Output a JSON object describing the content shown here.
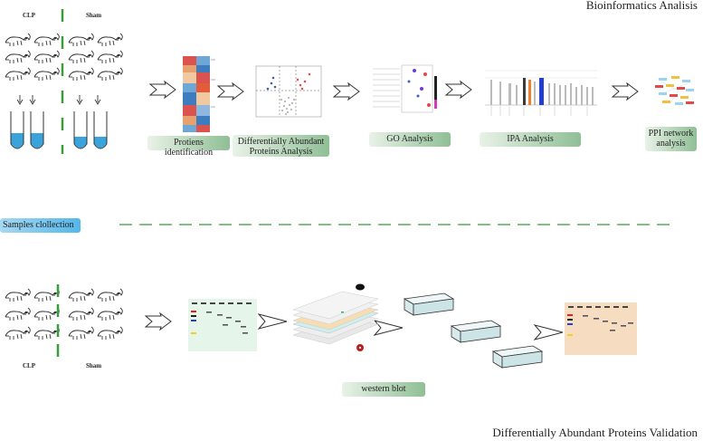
{
  "top_title": "Bioinformatics Analisis",
  "bottom_title": "Differentially Abundant Proteins Validation",
  "groups": {
    "clp": "CLP",
    "sham": "Sham"
  },
  "steps": {
    "protein_id": "Protiens identification",
    "dap_analysis": "Differentially Abundant Proteins Analysis",
    "go": "GO  Analysis",
    "ipa": "IPA  Analysis",
    "ppi": "PPI network analysis",
    "samples": "Samples clollection",
    "western": "western blot"
  },
  "colors": {
    "dash": "#3a9b3a",
    "tube_fill": "#3aa3dc",
    "label_green": "#8fbf95",
    "label_blue": "#53b7ea",
    "gel_green": "#e8f5ec",
    "gel_peach": "#f7dcc0"
  }
}
